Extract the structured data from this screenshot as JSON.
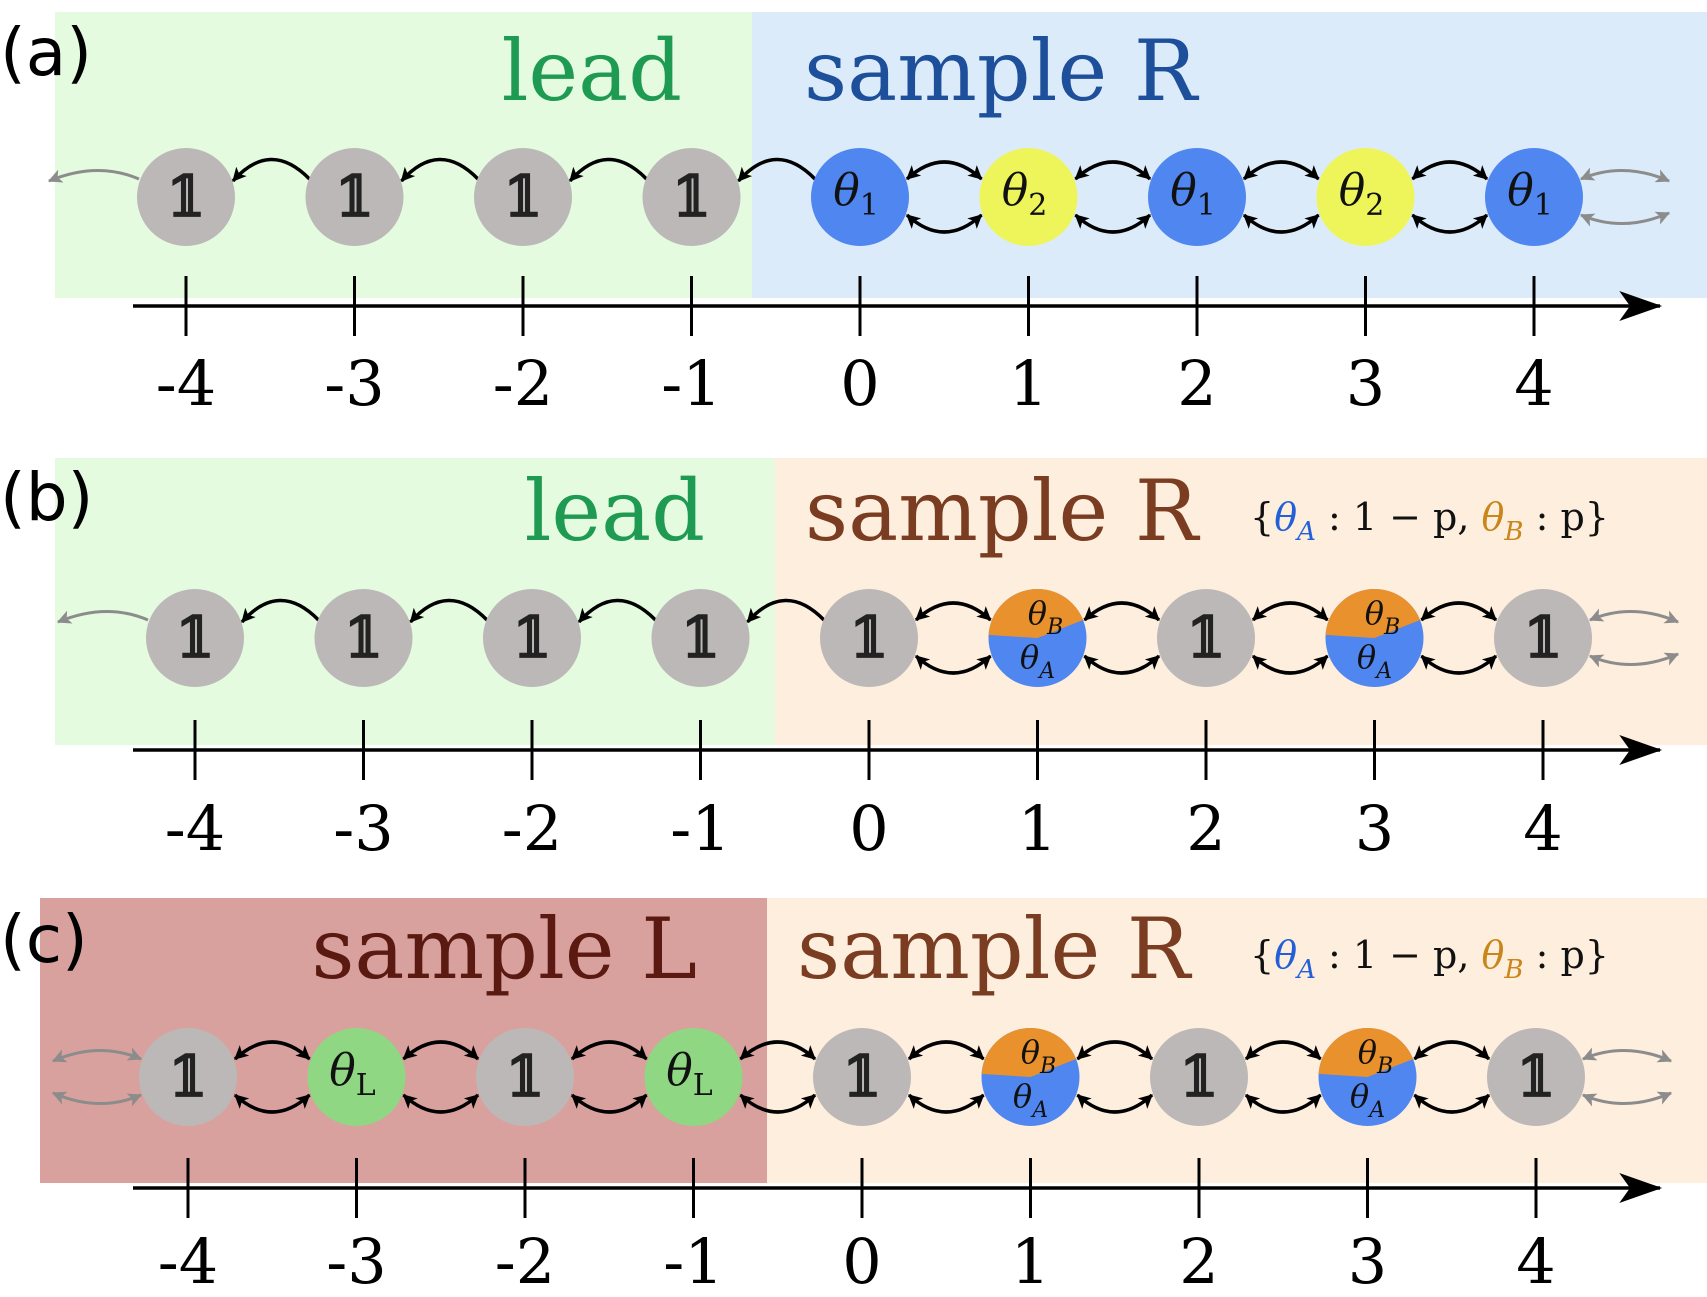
{
  "colors": {
    "lead_bg": "#e4fbe0",
    "sample_a_bg": "#dcebfa",
    "sample_r_bg": "#fdeedd",
    "sample_l_bg": "#d9a19d",
    "lead_text": "#1f9a52",
    "sample_a_text": "#1e4f9a",
    "sample_r_text": "#7a3d22",
    "sample_l_text": "#5a1a12",
    "grey_site": "#bcb8b8",
    "blue_site": "#4f86ef",
    "yellow_site": "#eef55a",
    "green_site": "#8fd782",
    "orange_site": "#e9922d",
    "theta_a_color": "#2360d8",
    "theta_b_color": "#c9861a",
    "hop_black": "#000000",
    "hop_grey": "#8c8c8c"
  },
  "panels": [
    {
      "id": "a",
      "label": "(a)",
      "left_region": {
        "title": "lead",
        "kind": "lead"
      },
      "right_region": {
        "title": "sample R",
        "kind": "sample-a"
      },
      "legend": null,
      "sites": [
        {
          "x": -4,
          "kind": "one"
        },
        {
          "x": -3,
          "kind": "one"
        },
        {
          "x": -2,
          "kind": "one"
        },
        {
          "x": -1,
          "kind": "one"
        },
        {
          "x": 0,
          "kind": "theta",
          "color": "blue",
          "label": "θ",
          "sub": "1"
        },
        {
          "x": 1,
          "kind": "theta",
          "color": "yellow",
          "label": "θ",
          "sub": "2"
        },
        {
          "x": 2,
          "kind": "theta",
          "color": "blue",
          "label": "θ",
          "sub": "1"
        },
        {
          "x": 3,
          "kind": "theta",
          "color": "yellow",
          "label": "θ",
          "sub": "2"
        },
        {
          "x": 4,
          "kind": "theta",
          "color": "blue",
          "label": "θ",
          "sub": "1"
        }
      ],
      "left_boundary": "single",
      "right_boundary": "double",
      "ticks": [
        "-4",
        "-3",
        "-2",
        "-1",
        "0",
        "1",
        "2",
        "3",
        "4"
      ]
    },
    {
      "id": "b",
      "label": "(b)",
      "left_region": {
        "title": "lead",
        "kind": "lead"
      },
      "right_region": {
        "title": "sample R",
        "kind": "sample-r"
      },
      "legend": {
        "open": "{",
        "a": "θ",
        "a_sub": "A",
        "a_val": " : 1 − p, ",
        "b": "θ",
        "b_sub": "B",
        "b_val": " : p",
        "close": "}"
      },
      "sites": [
        {
          "x": -4,
          "kind": "one"
        },
        {
          "x": -3,
          "kind": "one"
        },
        {
          "x": -2,
          "kind": "one"
        },
        {
          "x": -1,
          "kind": "one"
        },
        {
          "x": 0,
          "kind": "one"
        },
        {
          "x": 1,
          "kind": "pie",
          "top": "θ",
          "top_sub": "B",
          "bottom": "θ",
          "bottom_sub": "A"
        },
        {
          "x": 2,
          "kind": "one"
        },
        {
          "x": 3,
          "kind": "pie",
          "top": "θ",
          "top_sub": "B",
          "bottom": "θ",
          "bottom_sub": "A"
        },
        {
          "x": 4,
          "kind": "one"
        }
      ],
      "left_boundary": "single",
      "right_boundary": "double",
      "ticks": [
        "-4",
        "-3",
        "-2",
        "-1",
        "0",
        "1",
        "2",
        "3",
        "4"
      ]
    },
    {
      "id": "c",
      "label": "(c)",
      "left_region": {
        "title": "sample L",
        "kind": "sample-l"
      },
      "right_region": {
        "title": "sample R",
        "kind": "sample-r"
      },
      "legend": {
        "open": "{",
        "a": "θ",
        "a_sub": "A",
        "a_val": " : 1 − p, ",
        "b": "θ",
        "b_sub": "B",
        "b_val": " : p",
        "close": "}"
      },
      "sites": [
        {
          "x": -4,
          "kind": "one"
        },
        {
          "x": -3,
          "kind": "theta",
          "color": "green",
          "label": "θ",
          "sub": "L"
        },
        {
          "x": -2,
          "kind": "one"
        },
        {
          "x": -1,
          "kind": "theta",
          "color": "green",
          "label": "θ",
          "sub": "L"
        },
        {
          "x": 0,
          "kind": "one"
        },
        {
          "x": 1,
          "kind": "pie",
          "top": "θ",
          "top_sub": "B",
          "bottom": "θ",
          "bottom_sub": "A"
        },
        {
          "x": 2,
          "kind": "one"
        },
        {
          "x": 3,
          "kind": "pie",
          "top": "θ",
          "top_sub": "B",
          "bottom": "θ",
          "bottom_sub": "A"
        },
        {
          "x": 4,
          "kind": "one"
        }
      ],
      "left_boundary": "double",
      "right_boundary": "double",
      "ticks": [
        "-4",
        "-3",
        "-2",
        "-1",
        "0",
        "1",
        "2",
        "3",
        "4"
      ]
    }
  ],
  "site_one_symbol": "𝟙"
}
